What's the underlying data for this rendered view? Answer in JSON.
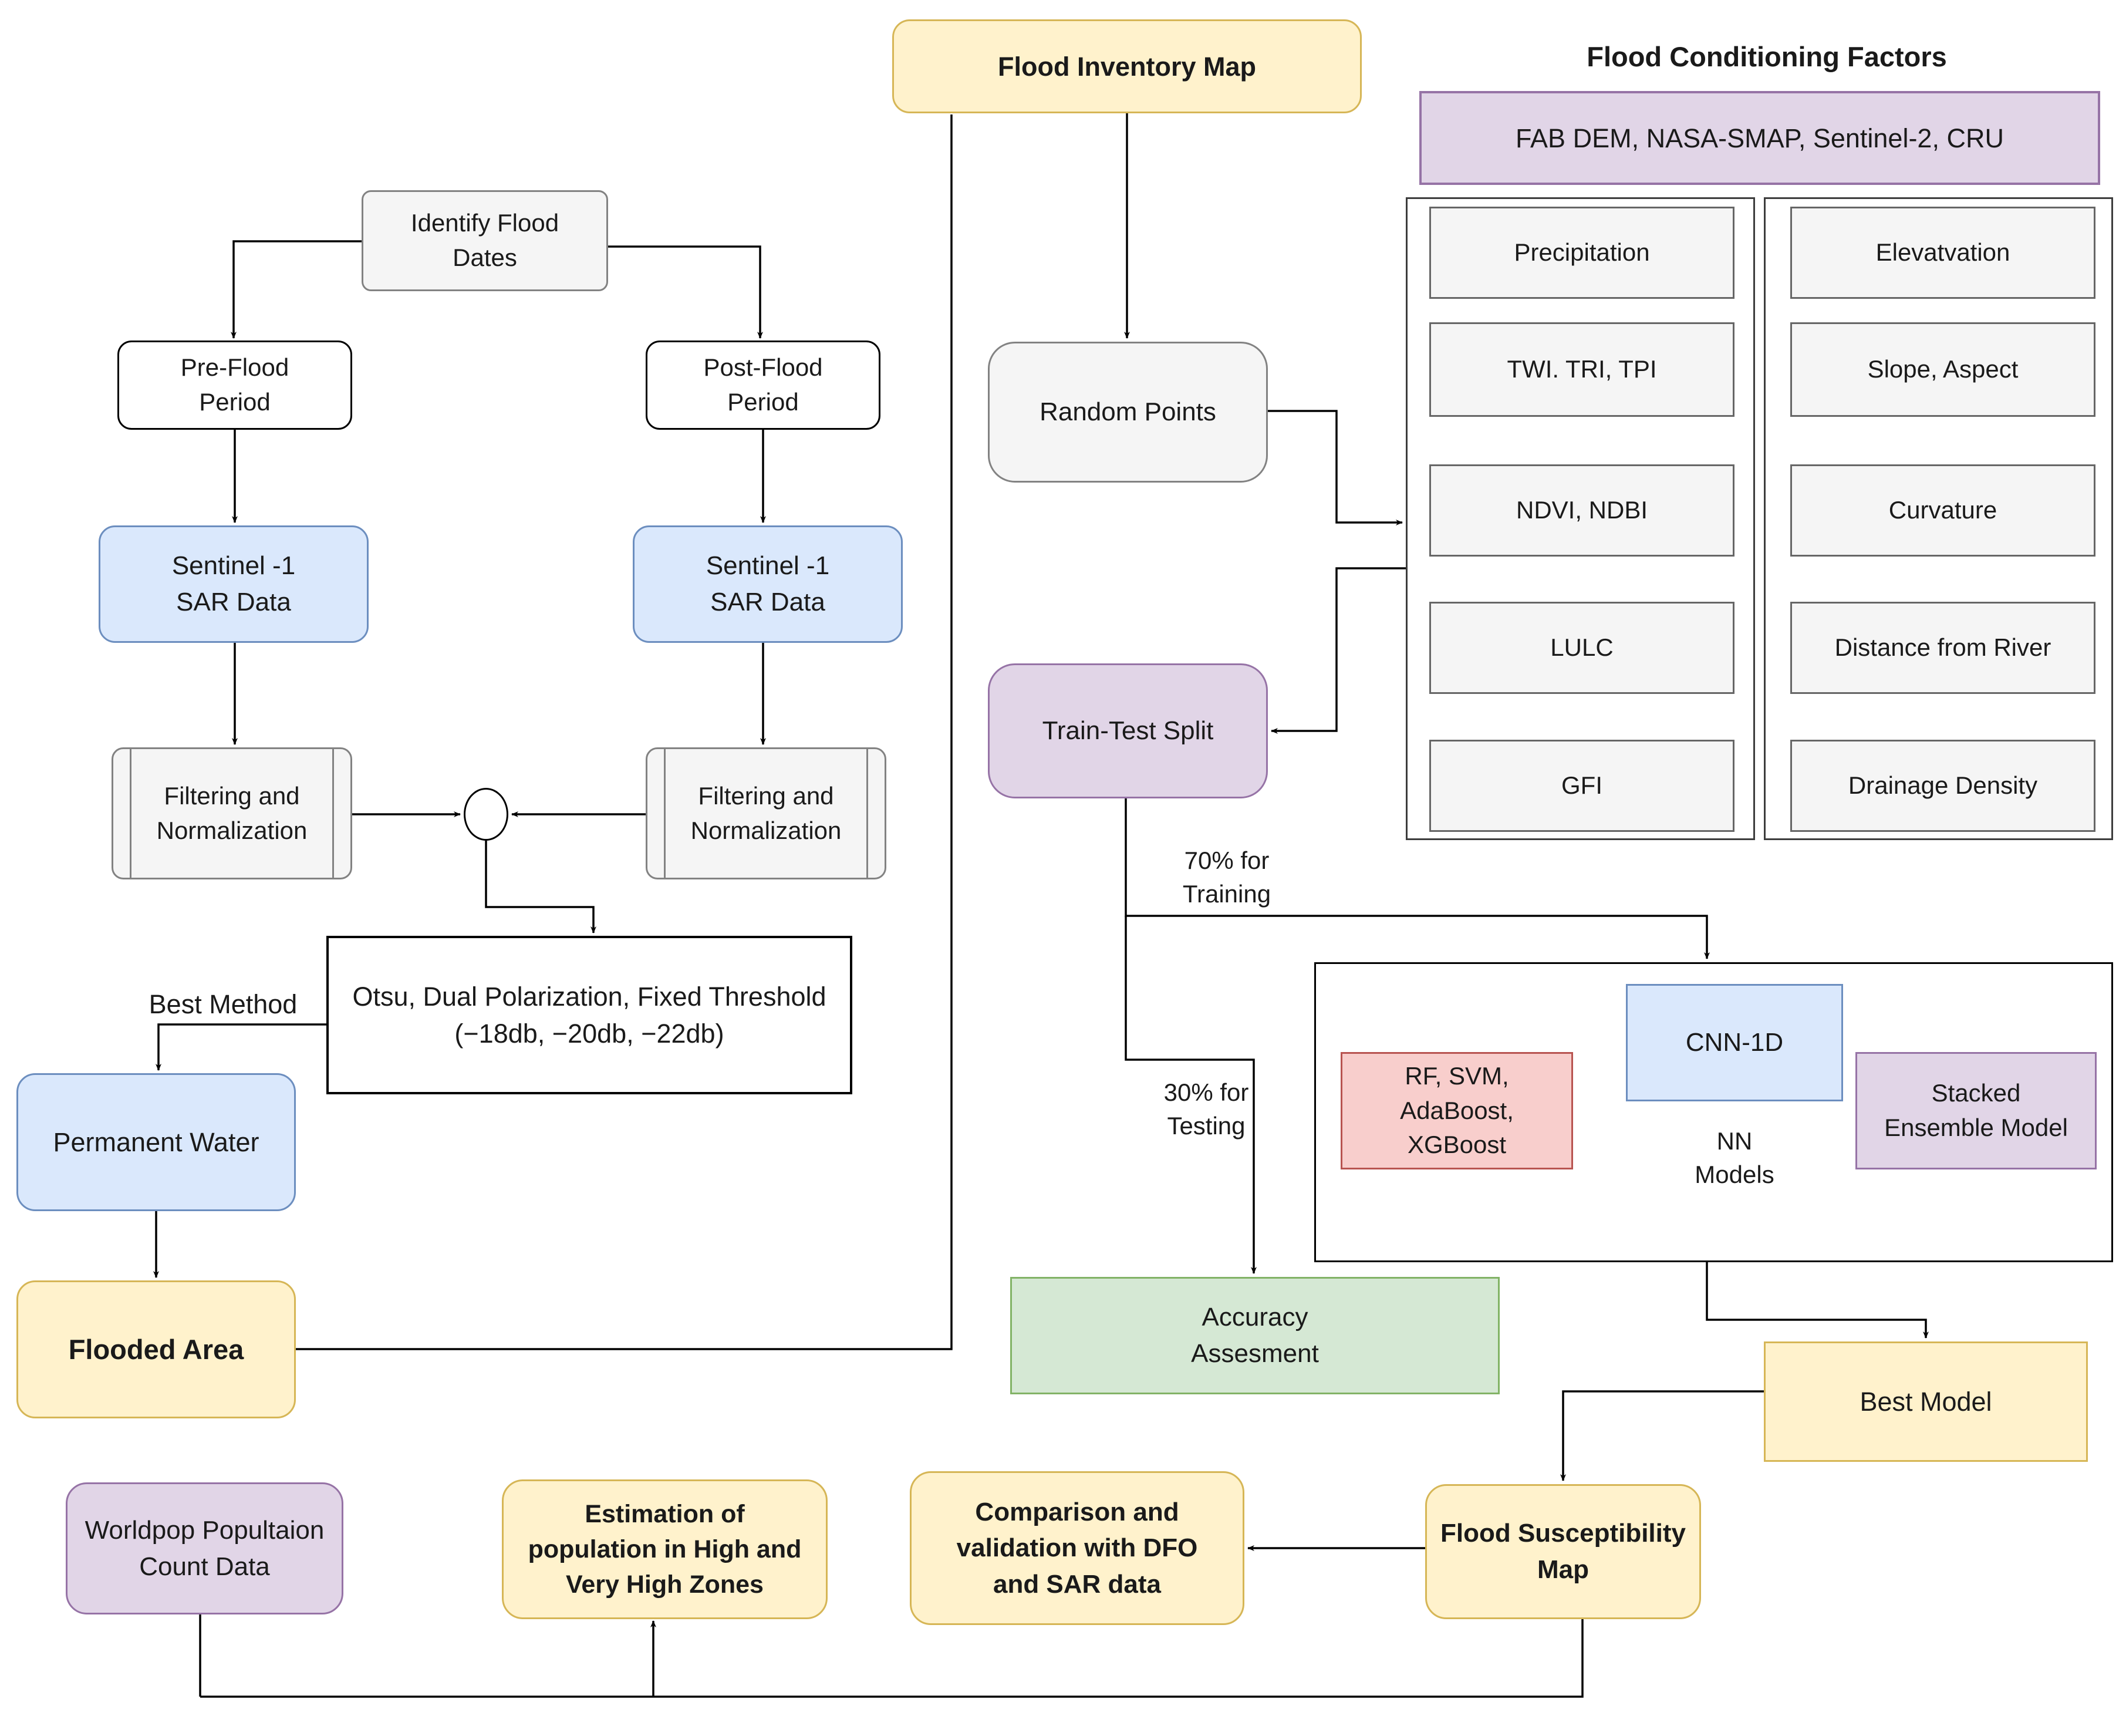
{
  "page_title": "Flood Susceptibility Mapping Methodology Flowchart",
  "header": {
    "factors_title": "Flood Conditioning Factors"
  },
  "nodes": {
    "flood_inventory_map": {
      "label": "Flood Inventory Map"
    },
    "identify_flood_dates": {
      "label": "Identify Flood\nDates"
    },
    "pre_flood_period": {
      "label": "Pre-Flood\nPeriod"
    },
    "post_flood_period": {
      "label": "Post-Flood\nPeriod"
    },
    "sentinel_sar_left": {
      "label": "Sentinel -1\nSAR Data"
    },
    "sentinel_sar_right": {
      "label": "Sentinel -1\nSAR Data"
    },
    "filtering_left": {
      "label": "Filtering and\nNormalization"
    },
    "filtering_right": {
      "label": "Filtering and\nNormalization"
    },
    "otsu_threshold": {
      "label": "Otsu, Dual Polarization, Fixed Threshold\n(−18db, −20db, −22db)"
    },
    "permanent_water": {
      "label": "Permanent Water"
    },
    "flooded_area": {
      "label": "Flooded Area"
    },
    "random_points": {
      "label": "Random Points"
    },
    "train_test_split": {
      "label": "Train-Test Split"
    },
    "factor_sources": {
      "label": "FAB DEM, NASA-SMAP, Sentinel-2, CRU"
    },
    "models_group": {
      "rf_svm": {
        "label": "RF, SVM,\nAdaBoost,\nXGBoost"
      },
      "cnn_1d": {
        "label": "CNN-1D"
      },
      "nn_models": {
        "label": "NN\nModels"
      },
      "stacked_ensemble": {
        "label": "Stacked\nEnsemble Model"
      }
    },
    "accuracy_assessment": {
      "label": "Accuracy\nAssesment"
    },
    "best_model": {
      "label": "Best Model"
    },
    "flood_susceptibility_map": {
      "label": "Flood Susceptibility\nMap"
    },
    "comparison_validation": {
      "label": "Comparison and\nvalidation with DFO\nand SAR data"
    },
    "estimation_population": {
      "label": "Estimation of\npopulation in High and\nVery High Zones"
    },
    "worldpop_data": {
      "label": "Worldpop Popultaion\nCount Data"
    }
  },
  "factors": {
    "left": [
      "Precipitation",
      "TWI. TRI, TPI",
      "NDVI, NDBI",
      "LULC",
      "GFI"
    ],
    "right": [
      "Elevatvation",
      "Slope, Aspect",
      "Curvature",
      "Distance from River",
      "Drainage Density"
    ]
  },
  "edge_labels": {
    "best_method": "Best Method",
    "training_split": "70% for\nTraining",
    "testing_split": "30% for\nTesting"
  },
  "palette": {
    "yellow_fill": "#FFF2CC",
    "yellow_border": "#D6B656",
    "blue_fill": "#DAE8FC",
    "blue_border": "#6C8EBF",
    "purple_fill": "#E1D5E7",
    "purple_border": "#9673A6",
    "green_fill": "#D5E8D4",
    "green_border": "#82B366",
    "red_fill": "#F8CECC",
    "red_border": "#B85450",
    "gray_fill": "#F5F5F5",
    "gray_border": "#666666",
    "line_color": "#000000"
  }
}
